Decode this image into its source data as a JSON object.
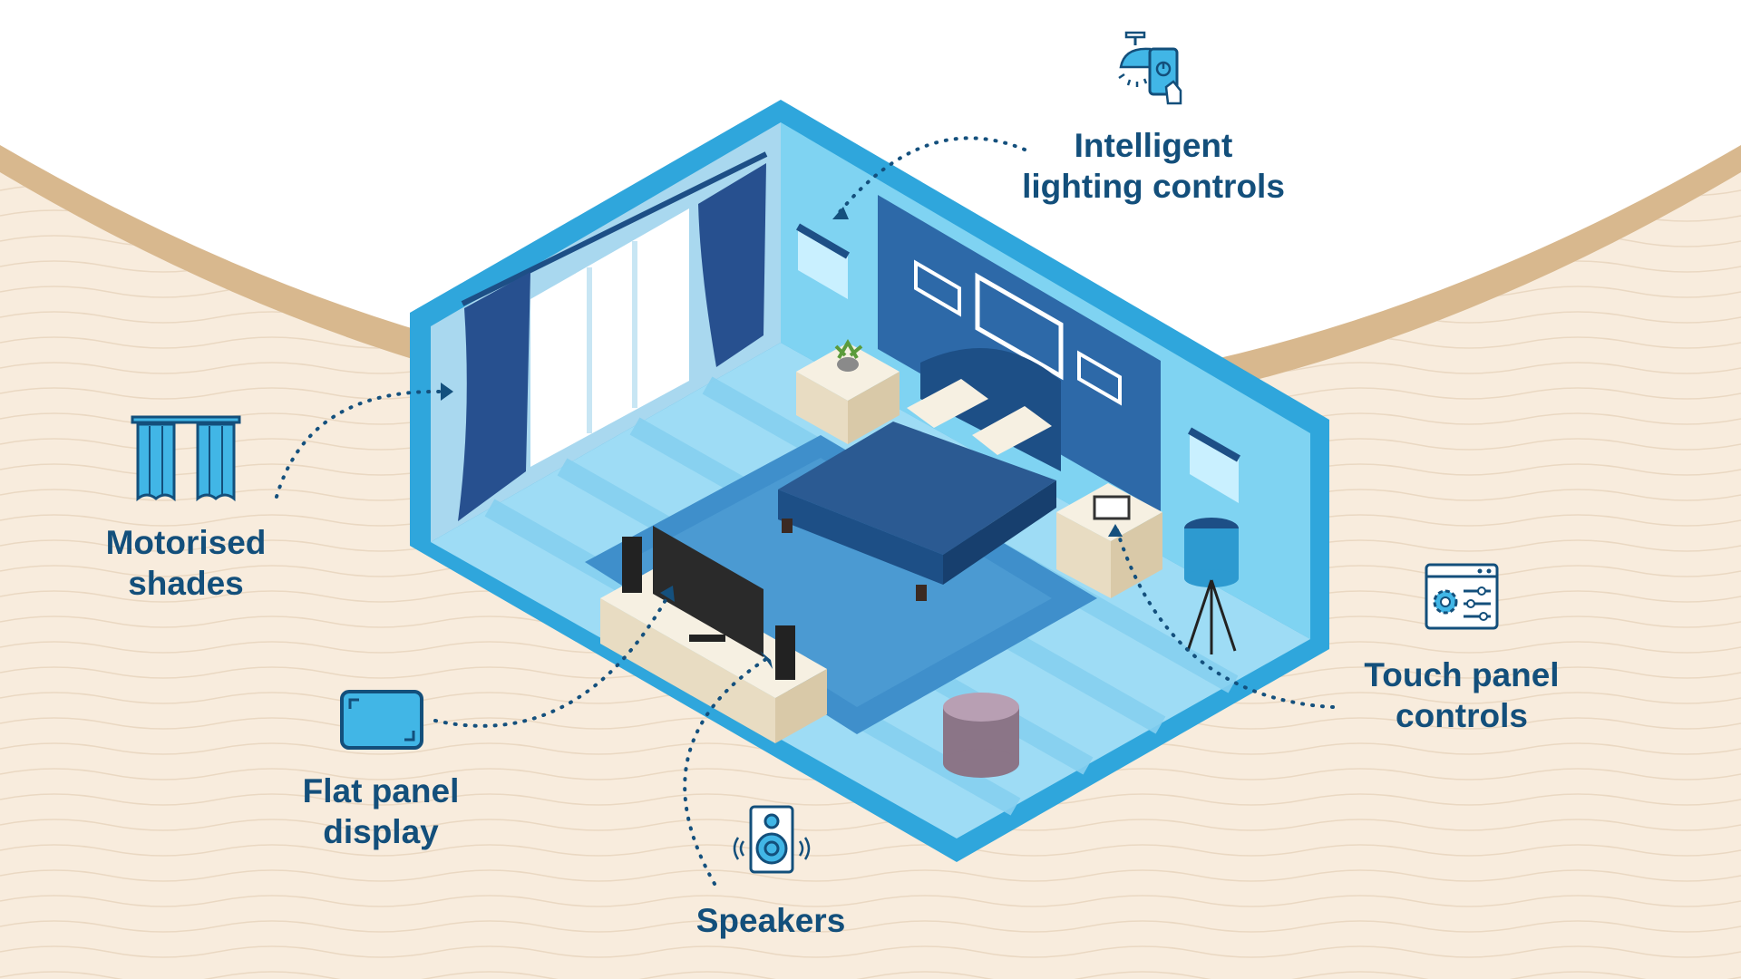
{
  "labels": {
    "motorised_shades": [
      "Motorised",
      "shades"
    ],
    "flat_panel_display": [
      "Flat panel",
      "display"
    ],
    "speakers": [
      "Speakers"
    ],
    "touch_panel_controls": [
      "Touch panel",
      "controls"
    ],
    "lighting_controls": [
      "Intelligent",
      "lighting controls"
    ]
  },
  "icons": {
    "motorised_shades": "curtain-icon",
    "flat_panel_display": "screen-icon",
    "speakers": "speaker-icon",
    "touch_panel_controls": "control-panel-icon",
    "lighting_controls": "lamp-phone-icon"
  },
  "colors": {
    "text": "#134f7b",
    "accent": "#41b6e6",
    "wall": "#7fd3f2",
    "floor": "#9edcf5",
    "rug": "#3f8fcb",
    "background_sand": "#f8ecdd",
    "band": "#d8b88e"
  }
}
